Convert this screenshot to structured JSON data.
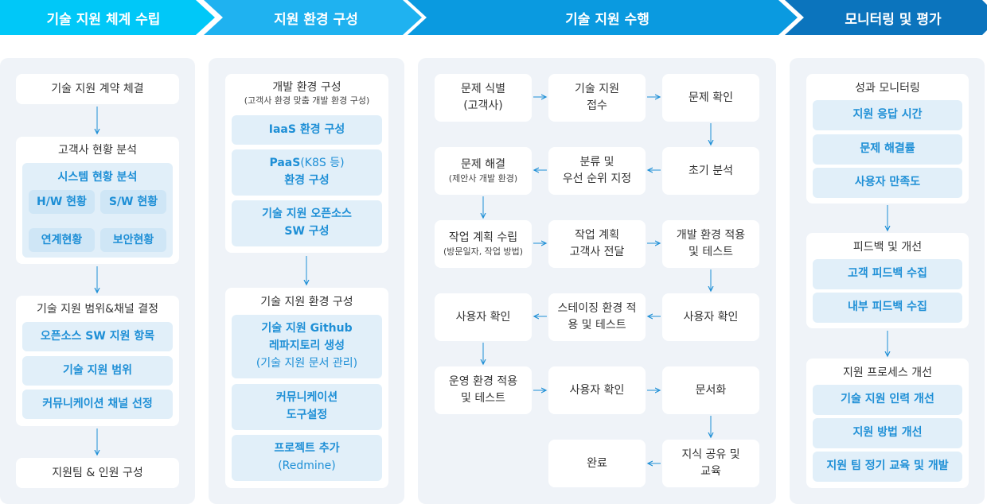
{
  "stages": [
    "기술 지원 체계 수립",
    "지원 환경 구성",
    "기술 지원 수행",
    "모니터링 및 평가"
  ],
  "col1": {
    "contract": "기술 지원 계약 체결",
    "analysis_title": "고객사 현황 분석",
    "system_title": "시스템 현황  분석",
    "hw": "H/W 현황",
    "sw": "S/W 현황",
    "link": "연계현황",
    "security": "보안현황",
    "scope_title": "기술 지원 범위&채널 결정",
    "oss": "오픈소스 SW 지원 항목",
    "range": "기술 지원 범위",
    "channel": "커뮤니케이션 채널 선정",
    "team": "지원팀 & 인원 구성"
  },
  "col2": {
    "dev_title": "개발 환경 구성",
    "dev_sub": "(고객사 환경 맞춤 개발 환경 구성)",
    "iaas": "IaaS 환경 구성",
    "paas_1a": "PaaS",
    "paas_1b": "(K8S 등)",
    "paas_2": "환경 구성",
    "oss_1": "기술 지원 오픈소스",
    "oss_2": "SW 구성",
    "tech_title": "기술 지원 환경 구성",
    "gh_1": "기술 지원 Github",
    "gh_2": "레파지토리 생성",
    "gh_3": "(기술 지원 문서 관리)",
    "comm_1": "커뮤니케이션",
    "comm_2": "도구설정",
    "proj_1": "프로젝트 추가",
    "proj_2": "(Redmine)"
  },
  "col3": {
    "identify_1": "문제 식별",
    "identify_2": "(고객사)",
    "receive_1": "기술 지원",
    "receive_2": "접수",
    "confirm": "문제 확인",
    "resolve_1": "문제 해결",
    "resolve_2": "(제안사 개발 환경)",
    "classify_1": "분류 및",
    "classify_2": "우선 순위 지정",
    "initial": "초기 분석",
    "plan_1": "작업 계획 수립",
    "plan_2": "(방문일자, 작업 방법)",
    "deliver_1": "작업 계획",
    "deliver_2": "고객사 전달",
    "devtest_1": "개발 환경 적용",
    "devtest_2": "및 테스트",
    "user_check_a": "사용자 확인",
    "staging_1": "스테이징 환경 적",
    "staging_2": "용 및 테스트",
    "user_check_b": "사용자 확인",
    "ops_1": "운영 환경 적용",
    "ops_2": "및 테스트",
    "user_check_c": "사용자 확인",
    "docs": "문서화",
    "done": "완료",
    "share_1": "지식 공유 및",
    "share_2": "교육"
  },
  "col4": {
    "perf_title": "성과 모니터링",
    "resp": "지원 응답 시간",
    "rate": "문제 해결률",
    "sat": "사용자 만족도",
    "fb_title": "피드백 및 개선",
    "cust_fb": "고객 피드백 수집",
    "int_fb": "내부 피드백 수집",
    "proc_title": "지원 프로세스 개선",
    "labor": "기술 지원 인력 개선",
    "method": "지원 방법 개선",
    "edu": "지원 팀 정기 교육 및 개발"
  },
  "colors": {
    "stage1": "#00c8f8",
    "stage2": "#1fb2f0",
    "stage3": "#0a9ae0",
    "stage4": "#0b74bd",
    "accent": "#1e8fd6",
    "panel": "#eff3f8",
    "pill": "#e1eff9"
  }
}
